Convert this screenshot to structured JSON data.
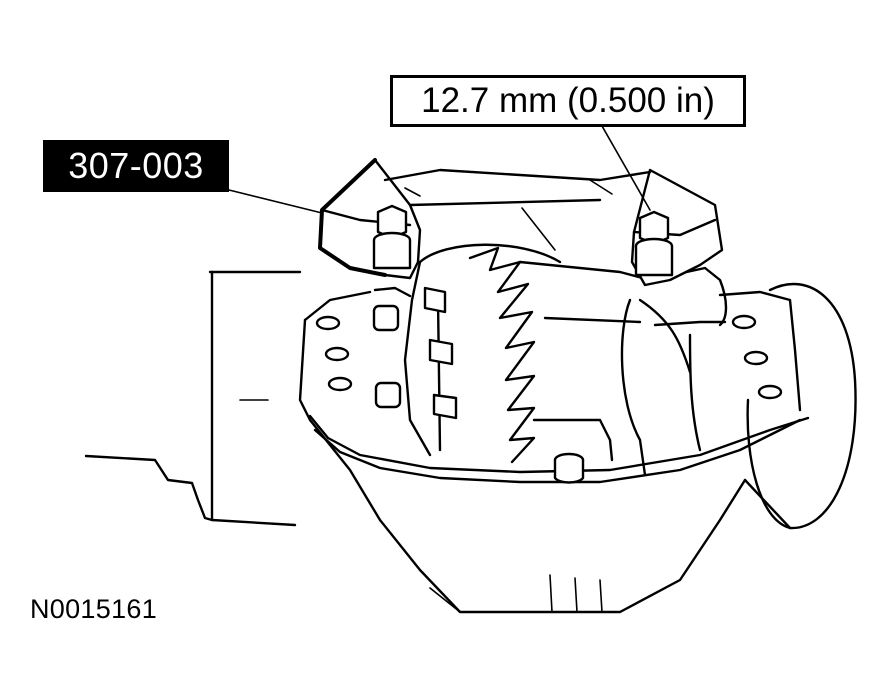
{
  "callouts": {
    "tool_number": "307-003",
    "dimension": "12.7 mm (0.500 in)"
  },
  "figure_id": "N0015161"
}
